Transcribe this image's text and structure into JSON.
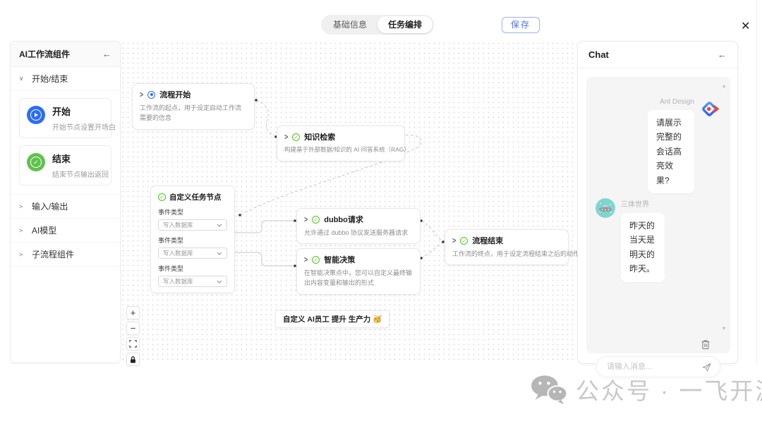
{
  "topbar": {
    "tab_basic": "基础信息",
    "tab_task": "任务编排",
    "save_label": "保存"
  },
  "icons": {
    "close": "✕",
    "collapse_left": "←",
    "chevron_down": "∨",
    "chevron_right": ">",
    "node_expand": ">",
    "check": "✓",
    "scroll_up": "▴",
    "scroll_down": "▾",
    "zoom_in": "+",
    "zoom_out": "−"
  },
  "sidebar": {
    "title": "AI工作流组件",
    "section_start_end": "开始/结束",
    "cards": [
      {
        "title": "开始",
        "desc": "开始节点设置开场白",
        "icon": "play-circle",
        "color": "#2b6df6"
      },
      {
        "title": "结束",
        "desc": "结束节点输出返回",
        "icon": "check-circle",
        "color": "#5fc24d"
      }
    ],
    "sections": [
      {
        "label": "输入/输出"
      },
      {
        "label": "AI模型"
      },
      {
        "label": "子流程组件"
      }
    ]
  },
  "canvas": {
    "nodes": {
      "start": {
        "title": "流程开始",
        "desc": "工作流的起点，用于设定启动工作流需要的信息",
        "icon_color": "#2f6bf0"
      },
      "knowledge": {
        "title": "知识检索",
        "desc": "构建基于外部数据/知识的 AI 问答系统（RAG）",
        "icon_color": "#52c41a"
      },
      "custom": {
        "title": "自定义任务节点",
        "icon_color": "#52c41a",
        "fields": [
          {
            "label": "事件类型",
            "value": "写入数据库"
          },
          {
            "label": "事件类型",
            "value": "写入数据库"
          },
          {
            "label": "事件类型",
            "value": "写入数据库"
          }
        ]
      },
      "dubbo": {
        "title": "dubbo请求",
        "desc": "允许通过 dubbo 协议发送服务器请求",
        "icon_color": "#52c41a"
      },
      "decision": {
        "title": "智能决策",
        "desc": "在智能决策点中，您可以自定义最终输出内容变量和输出的形式",
        "icon_color": "#52c41a"
      },
      "end": {
        "title": "流程结束",
        "desc": "工作流的终点，用于设定流程结束之后的动作",
        "icon_color": "#52c41a"
      }
    },
    "banner": "自定义 AI员工 提升 生产力 🥳"
  },
  "chat": {
    "title": "Chat",
    "messages": [
      {
        "sender": "Ant Design",
        "side": "right",
        "text": "请展示完整的会话高亮效果?",
        "avatar": "ant-design-logo"
      },
      {
        "sender": "三体世界",
        "side": "left",
        "text": "昨天的当天是明天的昨天。",
        "avatar": "ufo"
      }
    ],
    "input_placeholder": "请输入消息..."
  },
  "watermark": {
    "text": "公众号 · 一飞开源"
  }
}
